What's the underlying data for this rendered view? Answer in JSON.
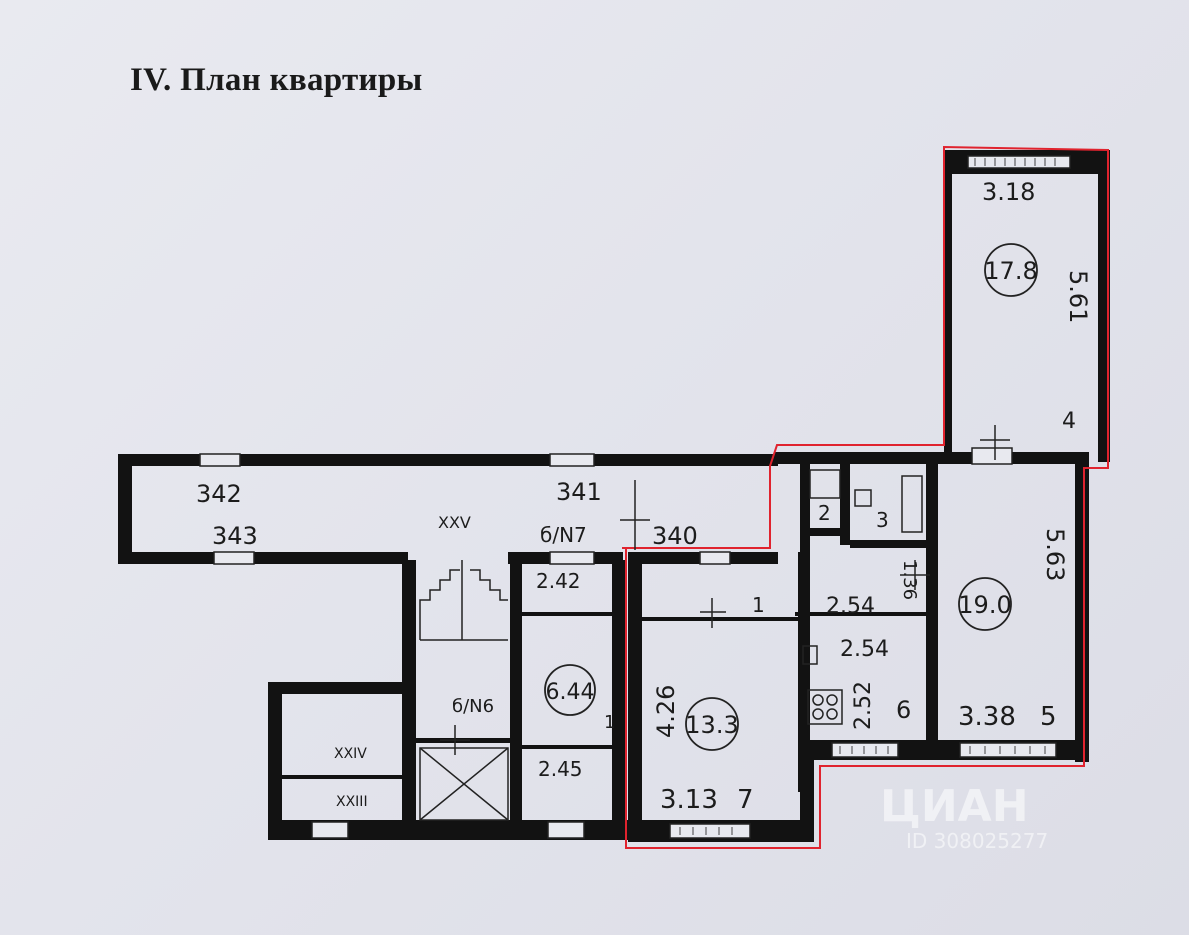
{
  "title": "IV. План квартиры",
  "colors": {
    "wall": "#121212",
    "outline": "#e0232e",
    "paper": "#e6e7ee"
  },
  "rooms": {
    "room_4_area": "17.8",
    "room_4_width": "3.18",
    "room_4_length": "5.61",
    "room_4_number": "4",
    "room_5_area": "19.0",
    "room_5_width": "3.38",
    "room_5_length": "5.63",
    "room_5_number": "5",
    "room_7_area": "13.3",
    "room_7_width": "3.13",
    "room_7_length": "4.26",
    "room_7_number": "7",
    "room_1_area": "6.44",
    "room_1_number": "1",
    "room_6_number": "6",
    "room_6_length": "2.52",
    "room_2_number": "2",
    "room_3_number": "3",
    "hall_width_a": "2.54",
    "hall_width_b": "2.54",
    "hall_small": "1.36",
    "corridor_number": "1"
  },
  "common": {
    "label_342": "342",
    "label_341": "341",
    "label_343": "343",
    "label_340": "340",
    "label_xxv": "XXV",
    "label_6n7": "б/N7",
    "label_6n6": "б/N6",
    "label_2_42": "2.42",
    "label_2_45": "2.45",
    "label_xxiv": "XXIV",
    "label_xxiii": "XXIII"
  },
  "watermark": {
    "logo": "ЦИАН",
    "id": "ID 308025277"
  }
}
